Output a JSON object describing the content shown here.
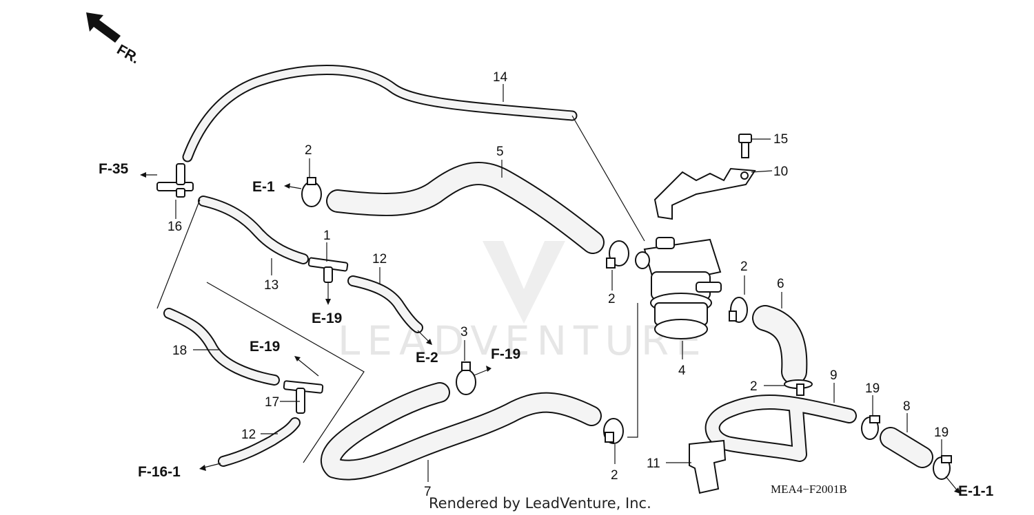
{
  "diagram": {
    "direction_label": "FR.",
    "drawing_code": "MEA4−F2001B",
    "credit": "Rendered by LeadVenture, Inc.",
    "watermark": "LEADVENTURE",
    "colors": {
      "line": "#111111",
      "hose_fill": "#f4f4f4",
      "watermark": "#e6e6e6"
    },
    "part_numbers": {
      "p1": "1",
      "p2a": "2",
      "p2b": "2",
      "p2c": "2",
      "p2d": "2",
      "p2e": "2",
      "p3": "3",
      "p4": "4",
      "p5": "5",
      "p6": "6",
      "p7": "7",
      "p8": "8",
      "p9": "9",
      "p10": "10",
      "p11": "11",
      "p12a": "12",
      "p12b": "12",
      "p13": "13",
      "p14": "14",
      "p15": "15",
      "p16": "16",
      "p17": "17",
      "p18": "18",
      "p19a": "19",
      "p19b": "19"
    },
    "references": {
      "f35": "F-35",
      "e1": "E-1",
      "e19a": "E-19",
      "e19b": "E-19",
      "e2": "E-2",
      "f19": "F-19",
      "f161": "F-16-1",
      "e11": "E-1-1"
    }
  }
}
